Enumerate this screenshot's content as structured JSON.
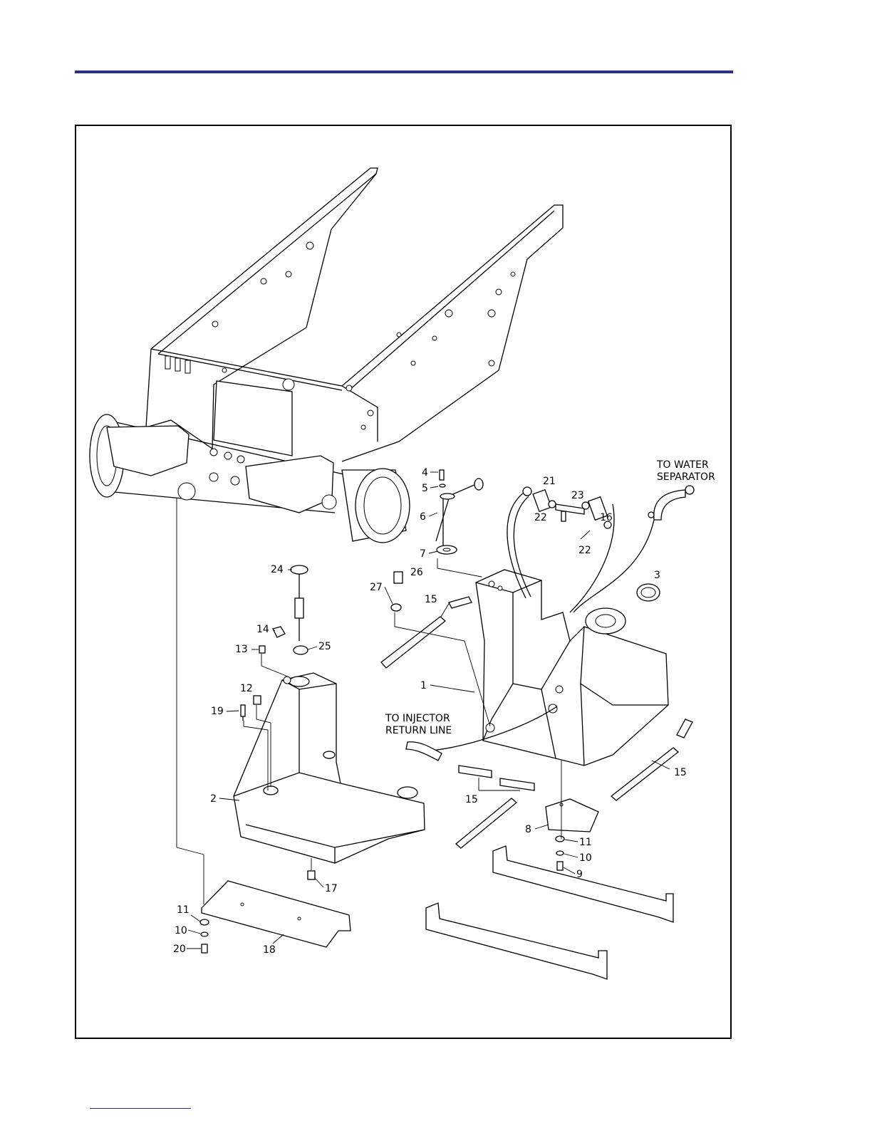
{
  "colors": {
    "rule": "#2b2f8a",
    "line": "#000000"
  },
  "callouts": [
    {
      "id": "c4",
      "text": "4"
    },
    {
      "id": "c5",
      "text": "5"
    },
    {
      "id": "c6",
      "text": "6"
    },
    {
      "id": "c7",
      "text": "7"
    },
    {
      "id": "c21",
      "text": "21"
    },
    {
      "id": "c22a",
      "text": "22"
    },
    {
      "id": "c23",
      "text": "23"
    },
    {
      "id": "c16",
      "text": "16"
    },
    {
      "id": "c22b",
      "text": "22"
    },
    {
      "id": "c3",
      "text": "3"
    },
    {
      "id": "c24",
      "text": "24"
    },
    {
      "id": "c26",
      "text": "26"
    },
    {
      "id": "c27",
      "text": "27"
    },
    {
      "id": "c15a",
      "text": "15"
    },
    {
      "id": "c14",
      "text": "14"
    },
    {
      "id": "c13",
      "text": "13"
    },
    {
      "id": "c25",
      "text": "25"
    },
    {
      "id": "c1",
      "text": "1"
    },
    {
      "id": "c12",
      "text": "12"
    },
    {
      "id": "c19",
      "text": "19"
    },
    {
      "id": "c15b",
      "text": "15"
    },
    {
      "id": "c2",
      "text": "2"
    },
    {
      "id": "c15c",
      "text": "15"
    },
    {
      "id": "c8",
      "text": "8"
    },
    {
      "id": "c11a",
      "text": "11"
    },
    {
      "id": "c10a",
      "text": "10"
    },
    {
      "id": "c9",
      "text": "9"
    },
    {
      "id": "c17",
      "text": "17"
    },
    {
      "id": "c11b",
      "text": "11"
    },
    {
      "id": "c10b",
      "text": "10"
    },
    {
      "id": "c20",
      "text": "20"
    },
    {
      "id": "c18",
      "text": "18"
    }
  ],
  "notes": {
    "water_separator_line1": "TO WATER",
    "water_separator_line2": "SEPARATOR",
    "injector_line1": "TO INJECTOR",
    "injector_line2": "RETURN LINE"
  }
}
